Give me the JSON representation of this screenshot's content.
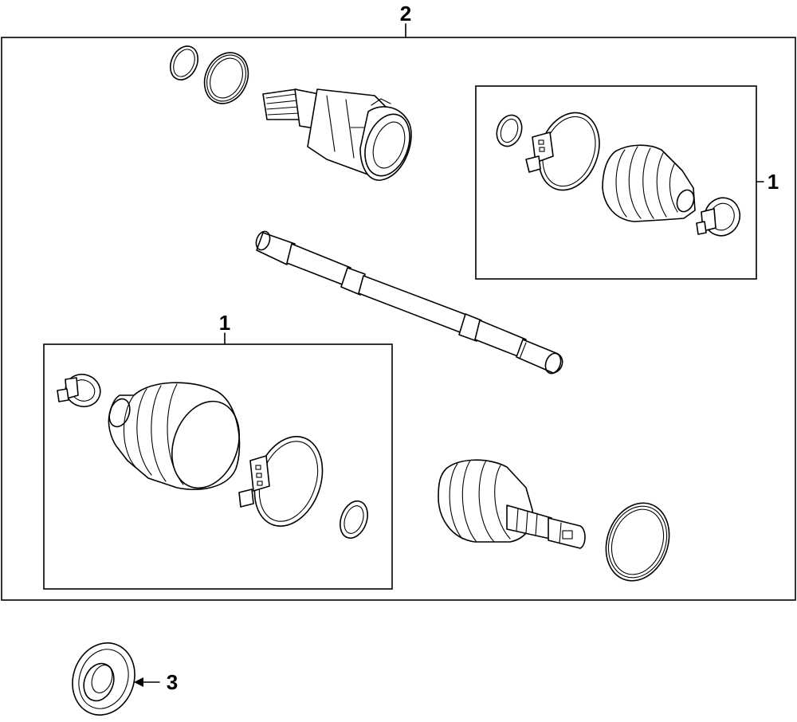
{
  "diagram": {
    "callouts": {
      "assembly": "2",
      "boot_kit_upper": "1",
      "boot_kit_lower": "1",
      "seal": "3"
    }
  }
}
